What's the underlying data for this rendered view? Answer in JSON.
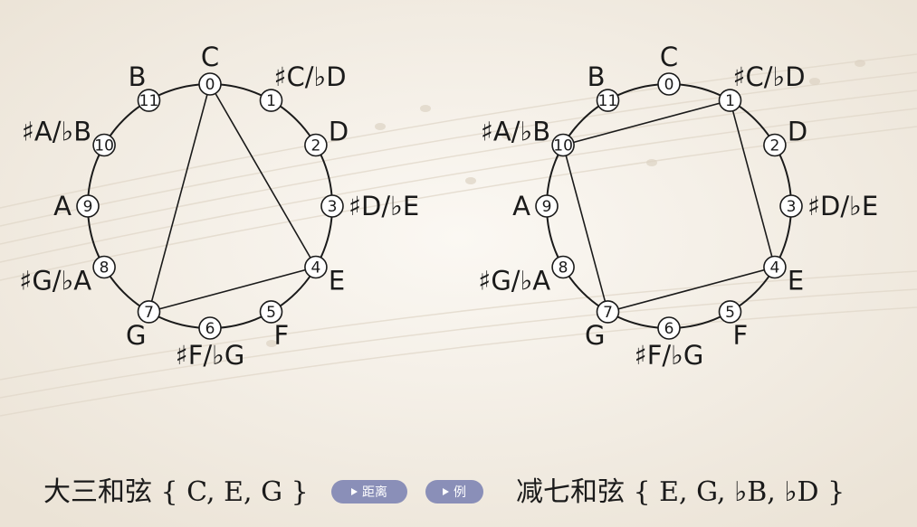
{
  "diagram": {
    "note_labels": [
      "C",
      "♯C/♭D",
      "D",
      "♯D/♭E",
      "E",
      "F",
      "♯F/♭G",
      "G",
      "♯G/♭A",
      "A",
      "♯A/♭B",
      "B"
    ],
    "node_numbers": [
      "0",
      "1",
      "2",
      "3",
      "4",
      "5",
      "6",
      "7",
      "8",
      "9",
      "10",
      "11"
    ],
    "left_chord_nodes": [
      0,
      4,
      7
    ],
    "right_chord_nodes": [
      1,
      4,
      7,
      10
    ]
  },
  "captions": {
    "left": "大三和弦 { C, E, G }",
    "right": "减七和弦 { E, G, ♭B, ♭D }"
  },
  "buttons": {
    "distance": "距离",
    "example": "例"
  },
  "colors": {
    "background": "#f3ede3",
    "ink": "#1a1a1a",
    "button": "#8a8fb8"
  }
}
